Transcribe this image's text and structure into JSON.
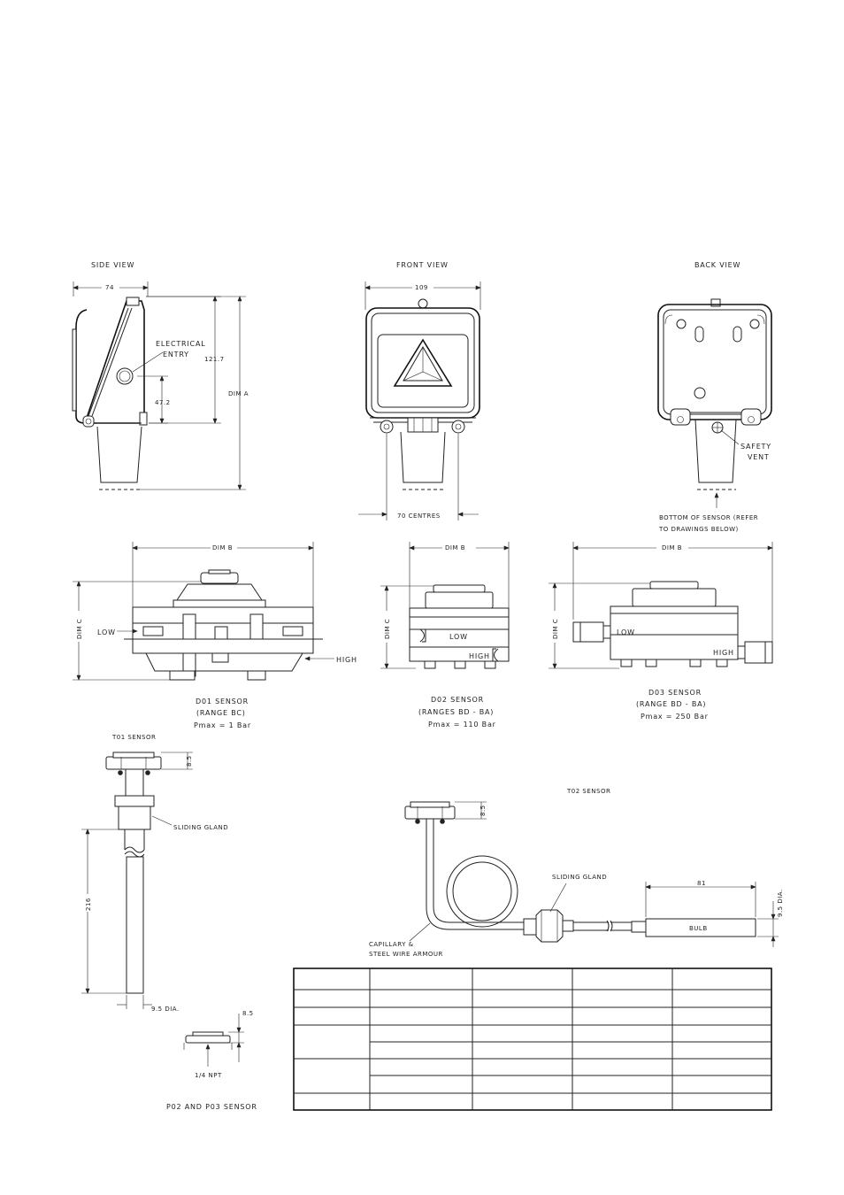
{
  "views": {
    "side": {
      "title": "SIDE VIEW",
      "width_dim": "74",
      "electrical_entry_1": "ELECTRICAL",
      "electrical_entry_2": "ENTRY",
      "height_dim": "121.7",
      "entry_height_dim": "47.2",
      "overall_dim": "DIM A"
    },
    "front": {
      "title": "FRONT VIEW",
      "width_dim": "109",
      "centres_dim": "70 CENTRES"
    },
    "back": {
      "title": "BACK VIEW",
      "safety_vent_1": "SAFETY",
      "safety_vent_2": "VENT",
      "bottom_note_1": "BOTTOM OF SENSOR (REFER",
      "bottom_note_2": "TO DRAWINGS BELOW)"
    }
  },
  "sensors": {
    "d01": {
      "dim_b": "DIM B",
      "dim_c": "DIM C",
      "low": "LOW",
      "high": "HIGH",
      "name": "D01 SENSOR",
      "range": "(RANGE BC)",
      "pmax": "Pmax = 1 Bar"
    },
    "d02": {
      "dim_b": "DIM B",
      "dim_c": "DIM C",
      "low": "LOW",
      "high": "HIGH",
      "name": "D02 SENSOR",
      "range": "(RANGES BD - BA)",
      "pmax": "Pmax = 110 Bar"
    },
    "d03": {
      "dim_b": "DIM B",
      "dim_c": "DIM C",
      "low": "LOW",
      "high": "HIGH",
      "name": "D03 SENSOR",
      "range": "(RANGE BD - BA)",
      "pmax": "Pmax = 250 Bar"
    },
    "t01": {
      "name": "T01 SENSOR",
      "head_dim": "8.5",
      "gland": "SLIDING GLAND",
      "length_dim": "216",
      "dia": "9.5 DIA."
    },
    "t02": {
      "name": "T02 SENSOR",
      "head_dim": "8.5",
      "gland": "SLIDING GLAND",
      "bulb_len": "81",
      "dia": "9.5 DIA.",
      "bulb": "BULB",
      "capillary_1": "CAPILLARY &",
      "capillary_2": "STEEL WIRE ARMOUR"
    },
    "p02p03": {
      "dim": "8.5",
      "thread": "1/4 NPT",
      "name": "P02 AND P03 SENSOR"
    }
  }
}
